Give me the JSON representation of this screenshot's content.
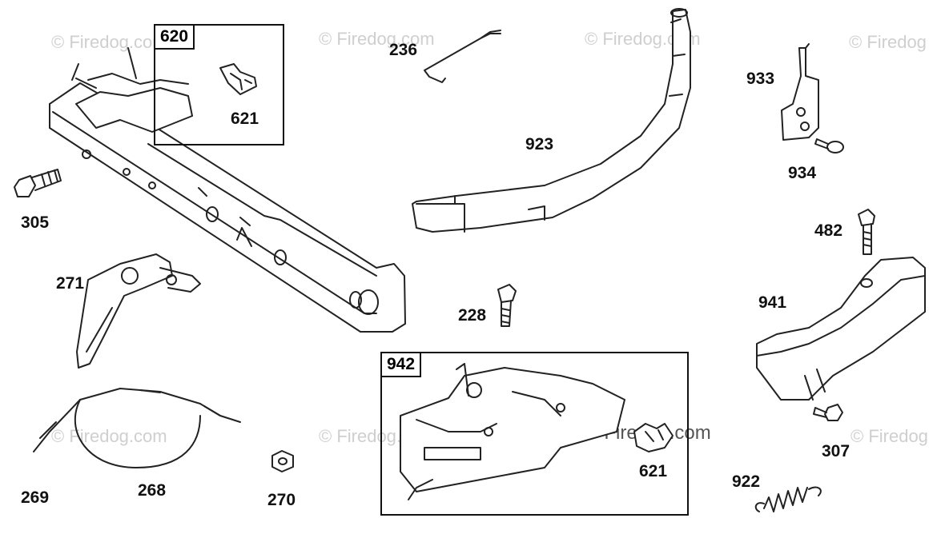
{
  "watermark": {
    "light": "© Firedog.com",
    "light_alt": "© Firedog",
    "dark": "© Firedog.com"
  },
  "groups": {
    "g620": "620",
    "g942": "942"
  },
  "parts": {
    "p621a": "621",
    "p236": "236",
    "p923": "923",
    "p933": "933",
    "p934": "934",
    "p305": "305",
    "p482": "482",
    "p271": "271",
    "p941": "941",
    "p228": "228",
    "p621b": "621",
    "p307": "307",
    "p922": "922",
    "p269": "269",
    "p268": "268",
    "p270": "270"
  }
}
